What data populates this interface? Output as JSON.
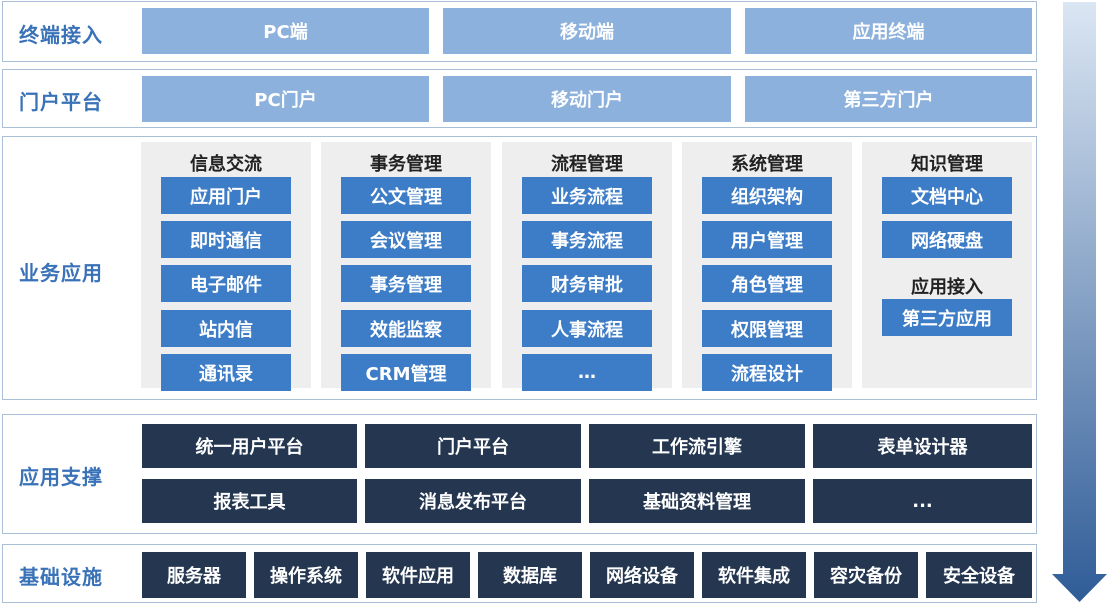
{
  "layers": {
    "terminal": {
      "title": "终端接入",
      "items": [
        "PC端",
        "移动端",
        "应用终端"
      ]
    },
    "portal": {
      "title": "门户平台",
      "items": [
        "PC门户",
        "移动门户",
        "第三方门户"
      ]
    },
    "business": {
      "title": "业务应用",
      "groups": [
        {
          "title": "信息交流",
          "items": [
            "应用门户",
            "即时通信",
            "电子邮件",
            "站内信",
            "通讯录"
          ]
        },
        {
          "title": "事务管理",
          "items": [
            "公文管理",
            "会议管理",
            "事务管理",
            "效能监察",
            "CRM管理"
          ]
        },
        {
          "title": "流程管理",
          "items": [
            "业务流程",
            "事务流程",
            "财务审批",
            "人事流程",
            "…"
          ]
        },
        {
          "title": "系统管理",
          "items": [
            "组织架构",
            "用户管理",
            "角色管理",
            "权限管理",
            "流程设计"
          ]
        },
        {
          "title": "知识管理",
          "items": [
            "文档中心",
            "网络硬盘"
          ],
          "subtitle": "应用接入",
          "sub_items": [
            "第三方应用"
          ]
        }
      ]
    },
    "support": {
      "title": "应用支撑",
      "rows": [
        [
          "统一用户平台",
          "门户平台",
          "工作流引擎",
          "表单设计器"
        ],
        [
          "报表工具",
          "消息发布平台",
          "基础资料管理",
          "..."
        ]
      ]
    },
    "infrastructure": {
      "title": "基础设施",
      "items": [
        "服务器",
        "操作系统",
        "软件应用",
        "数据库",
        "网络设备",
        "软件集成",
        "容灾备份",
        "安全设备"
      ]
    }
  },
  "colors": {
    "layer_title": "#3a72b8",
    "light_button": "#8cb1dc",
    "blue_button": "#3d7cc6",
    "dark_button": "#243650",
    "group_bg": "#eeeeee",
    "arrow_top": "#dbe6f3",
    "arrow_bottom": "#2f5c97"
  }
}
